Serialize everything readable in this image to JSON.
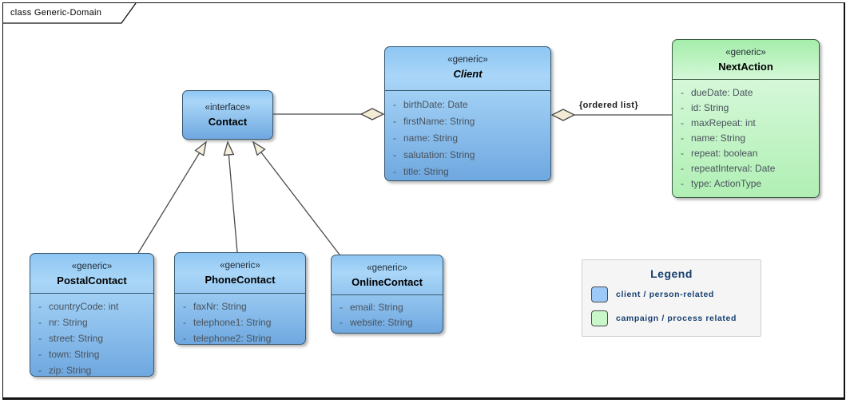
{
  "frame": {
    "tab_title": "class Generic-Domain"
  },
  "classes": {
    "contact": {
      "stereotype": "«interface»",
      "name": "Contact",
      "attributes": []
    },
    "client": {
      "stereotype": "«generic»",
      "name": "Client",
      "attributes": [
        {
          "vis": "-",
          "text": "birthDate: Date"
        },
        {
          "vis": "-",
          "text": "firstName: String"
        },
        {
          "vis": "-",
          "text": "name: String"
        },
        {
          "vis": "-",
          "text": "salutation: String"
        },
        {
          "vis": "-",
          "text": "title: String"
        }
      ]
    },
    "next_action": {
      "stereotype": "«generic»",
      "name": "NextAction",
      "attributes": [
        {
          "vis": "-",
          "text": "dueDate: Date"
        },
        {
          "vis": "-",
          "text": "id: String"
        },
        {
          "vis": "-",
          "text": "maxRepeat: int"
        },
        {
          "vis": "-",
          "text": "name: String"
        },
        {
          "vis": "-",
          "text": "repeat: boolean"
        },
        {
          "vis": "-",
          "text": "repeatInterval: Date"
        },
        {
          "vis": "-",
          "text": "type: ActionType"
        }
      ]
    },
    "postal_contact": {
      "stereotype": "«generic»",
      "name": "PostalContact",
      "attributes": [
        {
          "vis": "-",
          "text": "countryCode: int"
        },
        {
          "vis": "-",
          "text": "nr: String"
        },
        {
          "vis": "-",
          "text": "street: String"
        },
        {
          "vis": "-",
          "text": "town: String"
        },
        {
          "vis": "-",
          "text": "zip: String"
        }
      ]
    },
    "phone_contact": {
      "stereotype": "«generic»",
      "name": "PhoneContact",
      "attributes": [
        {
          "vis": "-",
          "text": "faxNr: String"
        },
        {
          "vis": "-",
          "text": "telephone1: String"
        },
        {
          "vis": "-",
          "text": "telephone2: String"
        }
      ]
    },
    "online_contact": {
      "stereotype": "«generic»",
      "name": "OnlineContact",
      "attributes": [
        {
          "vis": "-",
          "text": "email: String"
        },
        {
          "vis": "-",
          "text": "website: String"
        }
      ]
    }
  },
  "relationships": {
    "ordered_list_label": "{ordered list}"
  },
  "legend": {
    "title": "Legend",
    "items": [
      {
        "color": "#9cc9f8",
        "label": "client / person-related"
      },
      {
        "color": "#c9f7c9",
        "label": "campaign / process related"
      }
    ]
  },
  "colors": {
    "client_blue_top": "#a9d6f8",
    "client_blue_bottom": "#6fa8e0",
    "campaign_green_top": "#d5f8d8",
    "campaign_green_bottom": "#b0efb4",
    "connector": "#4a4a4a",
    "arrowhead_fill": "#f4ebd4"
  }
}
